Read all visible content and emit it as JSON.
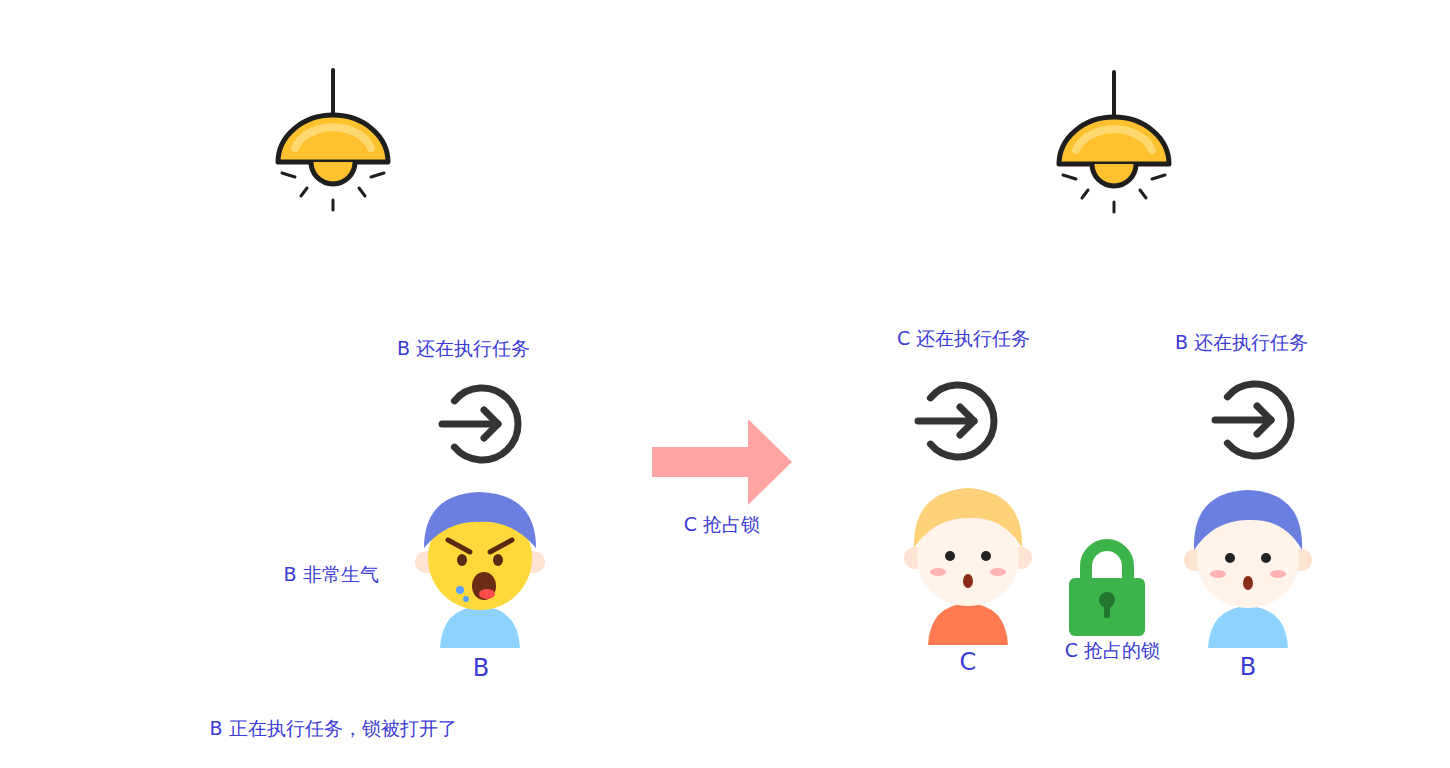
{
  "diagram": {
    "nodes": [
      {
        "text": [
          "B 还在执行任务",
          "B 正在执行任务，锁被打开了"
        ]
      },
      {
        "text": [
          "B 非常生气"
        ],
        "in": 0
      },
      {
        "text": [
          "C 还在执行任务",
          "B 还在执行任务"
        ]
      },
      {
        "text": [
          "C 抢占的锁"
        ],
        "in": 2
      }
    ],
    "edges": [
      {
        "from": 0,
        "to": 2,
        "arrow": "to",
        "label": "C 抢占锁"
      }
    ],
    "labels": [
      "B",
      "C",
      "B"
    ]
  }
}
